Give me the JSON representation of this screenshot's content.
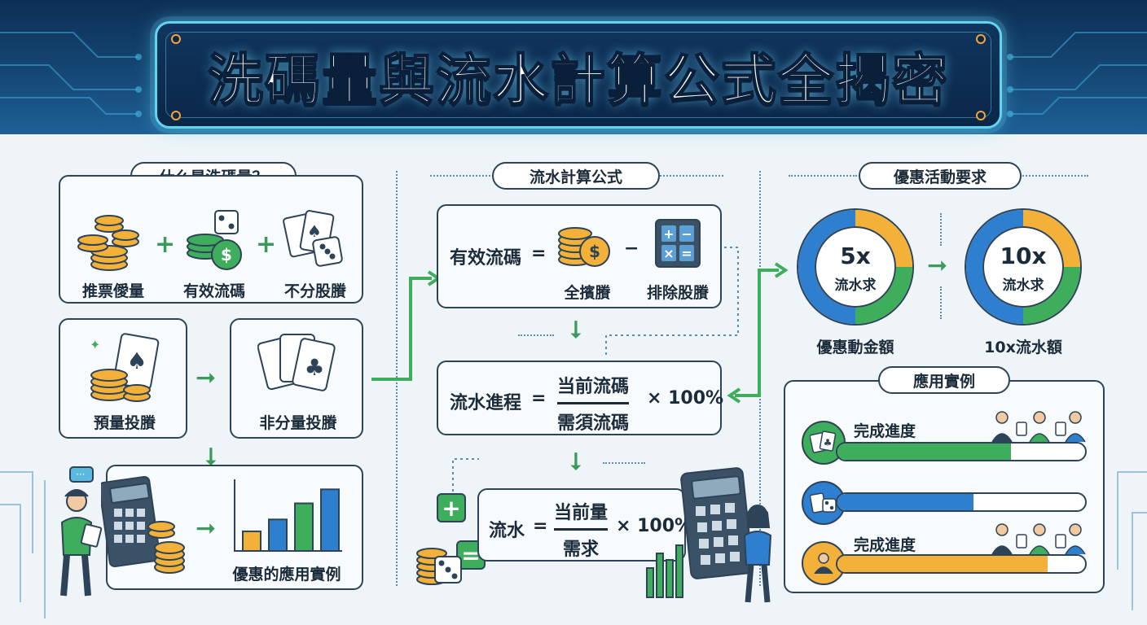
{
  "title": "洗碼量與流水計算公式全揭密",
  "left": {
    "heading": "什么是洗碼量？",
    "items": [
      "推票僾量",
      "有效流碼",
      "不分股賸"
    ],
    "steps": [
      "預量投賸",
      "非分量投賸"
    ],
    "chart_label": "優惠的應用實例",
    "chart_bars": [
      0.28,
      0.45,
      0.68,
      0.88
    ]
  },
  "middle": {
    "heading": "流水計算公式",
    "f1": {
      "lhs": "有效流碼",
      "eq": "=",
      "a": "全擯賸",
      "op": "−",
      "b": "排除股賸"
    },
    "f2": {
      "lhs": "流水進程",
      "eq": "=",
      "num": "当前流碼",
      "den": "需須流碼",
      "mult": "× 100%"
    },
    "f3": {
      "lhs": "流水",
      "eq": "=",
      "num": "当前量",
      "den": "需求",
      "mult": "× 100%"
    },
    "calc_keys": [
      "+",
      "−",
      "×",
      "="
    ]
  },
  "right": {
    "heading": "優惠活動要求",
    "rings": [
      {
        "big": "5x",
        "small": "流水求",
        "caption": "優惠動金額"
      },
      {
        "big": "10x",
        "small": "流水求",
        "caption": "10x流水額"
      }
    ],
    "example_heading": "應用實例",
    "progress": [
      {
        "label": "完成進度",
        "value": 0.7,
        "color": "#3fae5c"
      },
      {
        "label": "",
        "value": 0.55,
        "color": "#2f7fd0"
      },
      {
        "label": "完成進度",
        "value": 0.85,
        "color": "#f3b13a"
      }
    ]
  },
  "colors": {
    "green": "#3fae5c",
    "blue": "#2f7fd0",
    "gold": "#f3b13a",
    "navy": "#2d4358",
    "banner": "#0d2f55"
  },
  "icons": [
    "coins-icon",
    "dice-icon",
    "cards-icon",
    "dollar-coin-icon",
    "calculator-icon",
    "person-icon",
    "chat-bubble-icon",
    "bar-chart-icon",
    "people-icon",
    "arrow-icon"
  ]
}
